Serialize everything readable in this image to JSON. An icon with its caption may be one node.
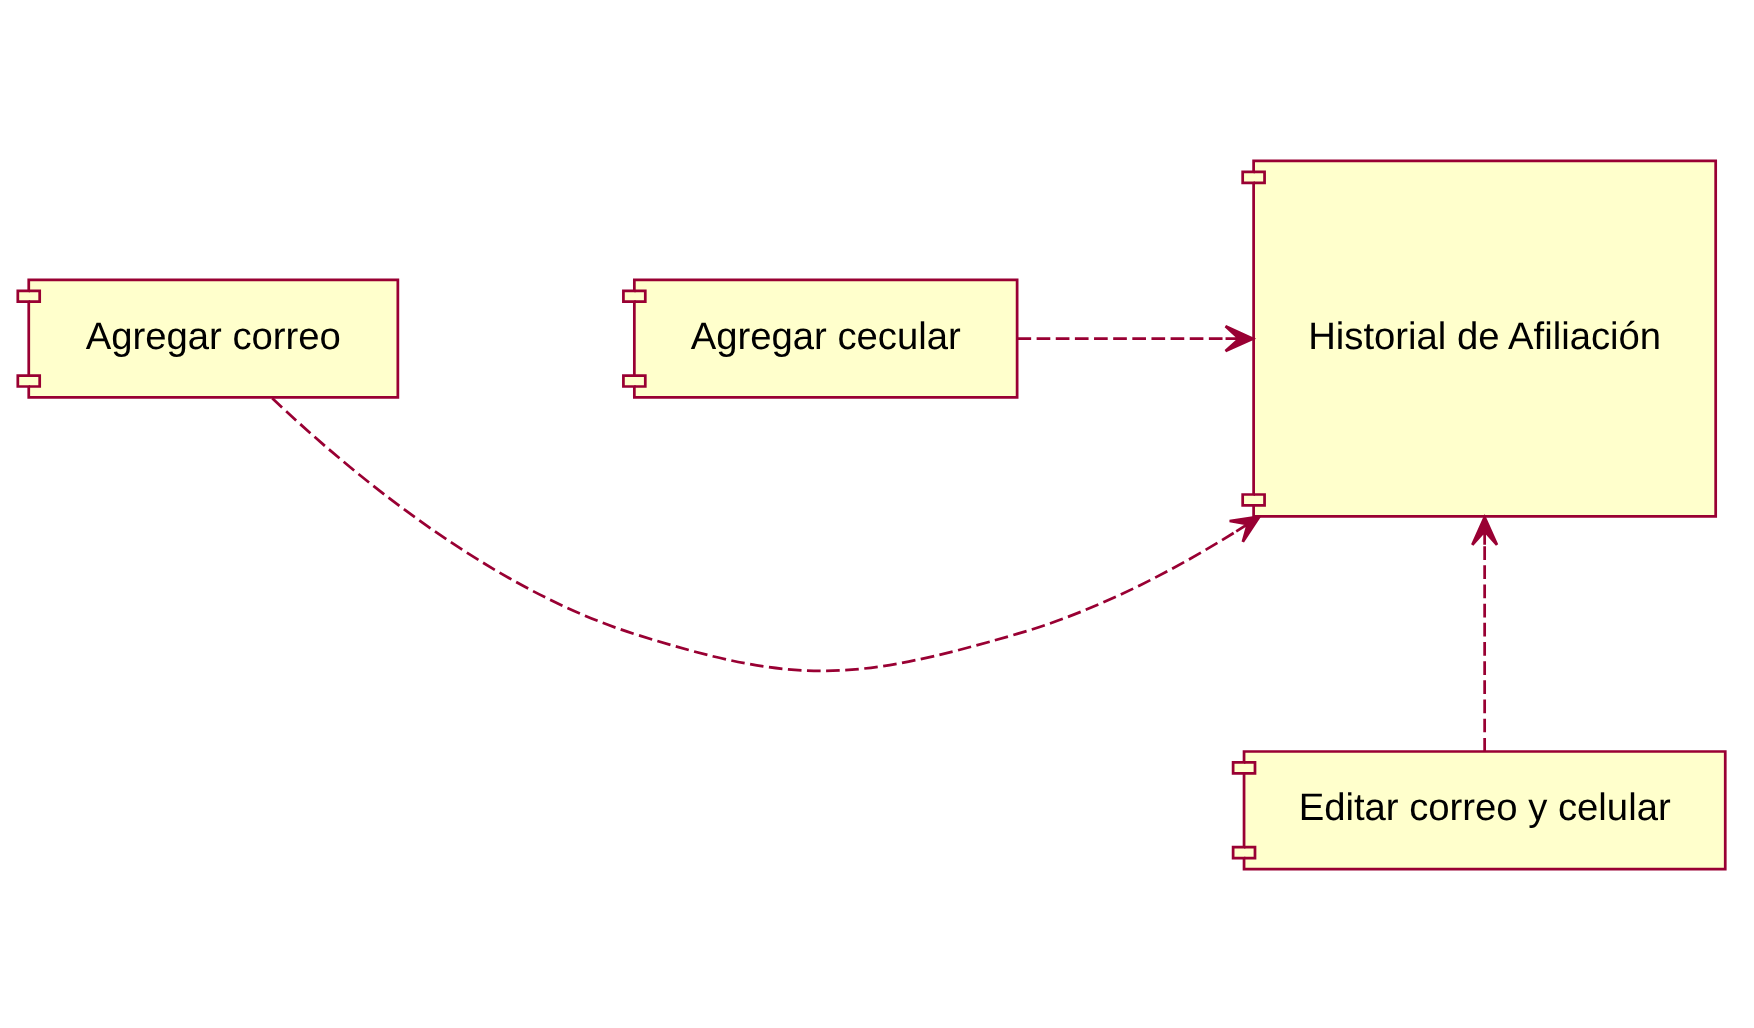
{
  "diagram": {
    "nodes": [
      {
        "text": [
          "Historial de Afiliación"
        ]
      },
      {
        "text": [
          "Agregar correo"
        ]
      },
      {
        "text": [
          "Agregar cecular"
        ]
      },
      {
        "text": [
          "Editar correo y celular"
        ]
      }
    ],
    "edges": [
      {
        "from": 1,
        "to": 0,
        "arrow": "to",
        "style": "dashed"
      },
      {
        "from": 2,
        "to": 0,
        "arrow": "to",
        "style": "dashed"
      },
      {
        "from": 3,
        "to": 0,
        "arrow": "to",
        "style": "dashed"
      }
    ]
  }
}
